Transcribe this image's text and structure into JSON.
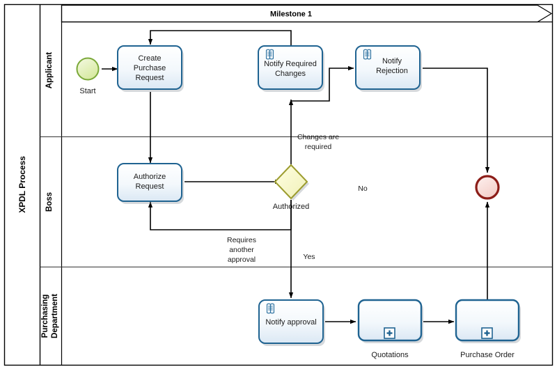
{
  "diagram": {
    "type": "bpmn-process-diagram",
    "pool": {
      "label": "XPDL Process"
    },
    "milestones": [
      {
        "id": "m1",
        "label": "Milestone 1"
      }
    ],
    "lanes": [
      {
        "id": "applicant",
        "label": "Applicant"
      },
      {
        "id": "boss",
        "label": "Boss"
      },
      {
        "id": "purchasing",
        "label": "Purchasing Department"
      }
    ],
    "events": [
      {
        "id": "start",
        "kind": "start-event",
        "label": "Start",
        "lane": "applicant",
        "border_color": "#7aa838",
        "fill_color": "#e2f0b4"
      },
      {
        "id": "end",
        "kind": "end-event",
        "label": "",
        "lane": "boss",
        "border_color": "#8c1d18",
        "fill_color": "#f8d4d0"
      }
    ],
    "tasks": [
      {
        "id": "create-purchase-request",
        "label": "Create Purchase Request",
        "lines": [
          "Create",
          "Purchase",
          "Request"
        ],
        "lane": "applicant",
        "marker": "none"
      },
      {
        "id": "notify-required-changes",
        "label": "Notify Required Changes",
        "lines": [
          "Notify Required",
          "Changes"
        ],
        "lane": "applicant",
        "marker": "script"
      },
      {
        "id": "notify-rejection",
        "label": "Notify Rejection",
        "lines": [
          "Notify",
          "Rejection"
        ],
        "lane": "applicant",
        "marker": "script"
      },
      {
        "id": "authorize-request",
        "label": "Authorize Request",
        "lines": [
          "Authorize",
          "Request"
        ],
        "lane": "boss",
        "marker": "none"
      },
      {
        "id": "notify-approval",
        "label": "Notify approval",
        "lines": [
          "Notify approval"
        ],
        "lane": "purchasing",
        "marker": "script"
      }
    ],
    "subprocesses": [
      {
        "id": "quotations",
        "label": "Quotations",
        "lane": "purchasing",
        "marker": "collapsed-plus"
      },
      {
        "id": "purchase-order",
        "label": "Purchase Order",
        "lane": "purchasing",
        "marker": "collapsed-plus"
      }
    ],
    "gateways": [
      {
        "id": "authorized",
        "kind": "exclusive-gateway",
        "label": "Authorized",
        "lane": "boss",
        "border_color": "#9c9c2e",
        "fill_color": "#fbfbd0"
      }
    ],
    "flow_labels": [
      {
        "id": "changes-are-required",
        "lines": [
          "Changes are",
          "required"
        ]
      },
      {
        "id": "requires-another-approval",
        "lines": [
          "Requires",
          "another",
          "approval"
        ]
      },
      {
        "id": "yes",
        "lines": [
          "Yes"
        ]
      },
      {
        "id": "no",
        "lines": [
          "No"
        ]
      }
    ],
    "style": {
      "task_border": "#1f6391",
      "task_fill_top": "#ffffff",
      "task_fill_bottom": "#dce9f5",
      "flow_stroke": "#000000",
      "frame_stroke": "#000000"
    }
  }
}
